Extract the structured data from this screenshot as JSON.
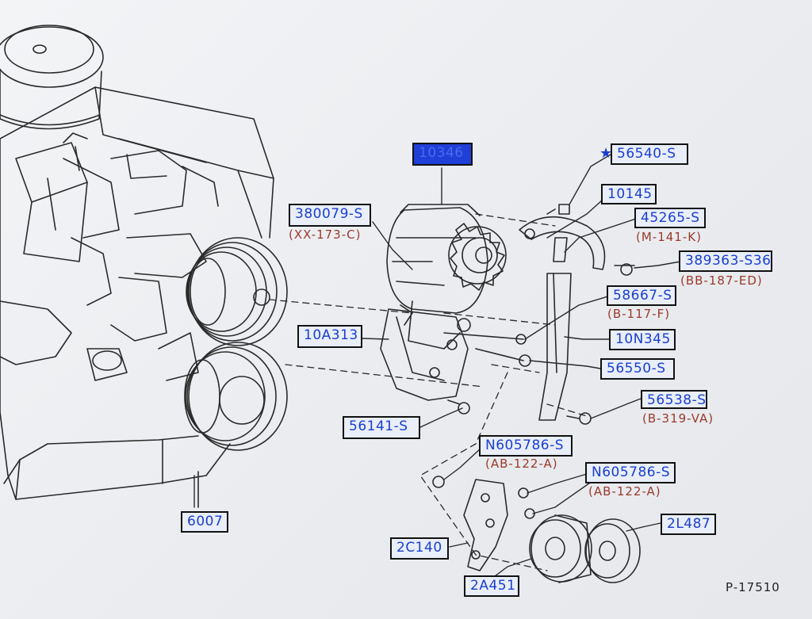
{
  "figure_ref": "P-17510",
  "colors": {
    "label_text": "#1a3fd0",
    "label_border": "#111111",
    "spec_code": "#9a3a2a",
    "highlight_fill": "#1f3fd6"
  },
  "labels": {
    "l10346": "10346",
    "l56540s": "56540-S",
    "l10145": "10145",
    "l45265s": "45265-S",
    "l380079s": "380079-S",
    "l389363s36": "389363-S36",
    "l58667s": "58667-S",
    "l10a313": "10A313",
    "l10n345": "10N345",
    "l56550s": "56550-S",
    "l56538s": "56538-S",
    "l56141s": "56141-S",
    "ln605786s_1": "N605786-S",
    "ln605786s_2": "N605786-S",
    "l2l487": "2L487",
    "l2c140": "2C140",
    "l2a451": "2A451",
    "l6007": "6007"
  },
  "codes": {
    "c380079": "(XX-173-C)",
    "c45265": "(M-141-K)",
    "c389363": "(BB-187-ED)",
    "c58667": "(B-117-F)",
    "c56538": "(B-319-VA)",
    "cn605786_1": "(AB-122-A)",
    "cn605786_2": "(AB-122-A)"
  },
  "star_symbol": "★"
}
